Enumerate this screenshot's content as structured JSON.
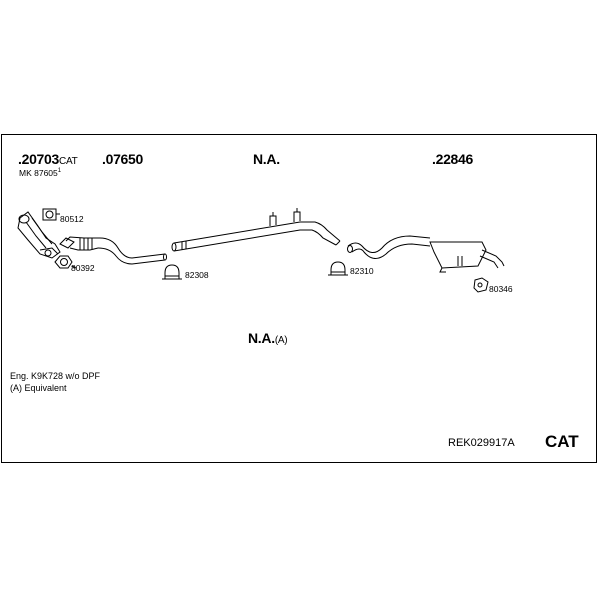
{
  "parts": {
    "p1": {
      "number": ".20703",
      "suffix": "CAT",
      "sub_label": "MK 87605",
      "sub_mark": "1"
    },
    "p2": {
      "number": ".07650"
    },
    "p3": {
      "number": "N.A."
    },
    "p4": {
      "number": ".22846"
    },
    "p5": {
      "number": "N.A.",
      "suffix": "(A)"
    }
  },
  "accessories": {
    "a80512": "80512",
    "a80392": "80392",
    "a82308": "82308",
    "a82310": "82310",
    "a80346": "80346"
  },
  "notes": {
    "engine": "Eng. K9K728   w/o DPF",
    "equivalent": "(A) Equivalent"
  },
  "footer": {
    "reference": "REK029917A",
    "category": "CAT"
  }
}
